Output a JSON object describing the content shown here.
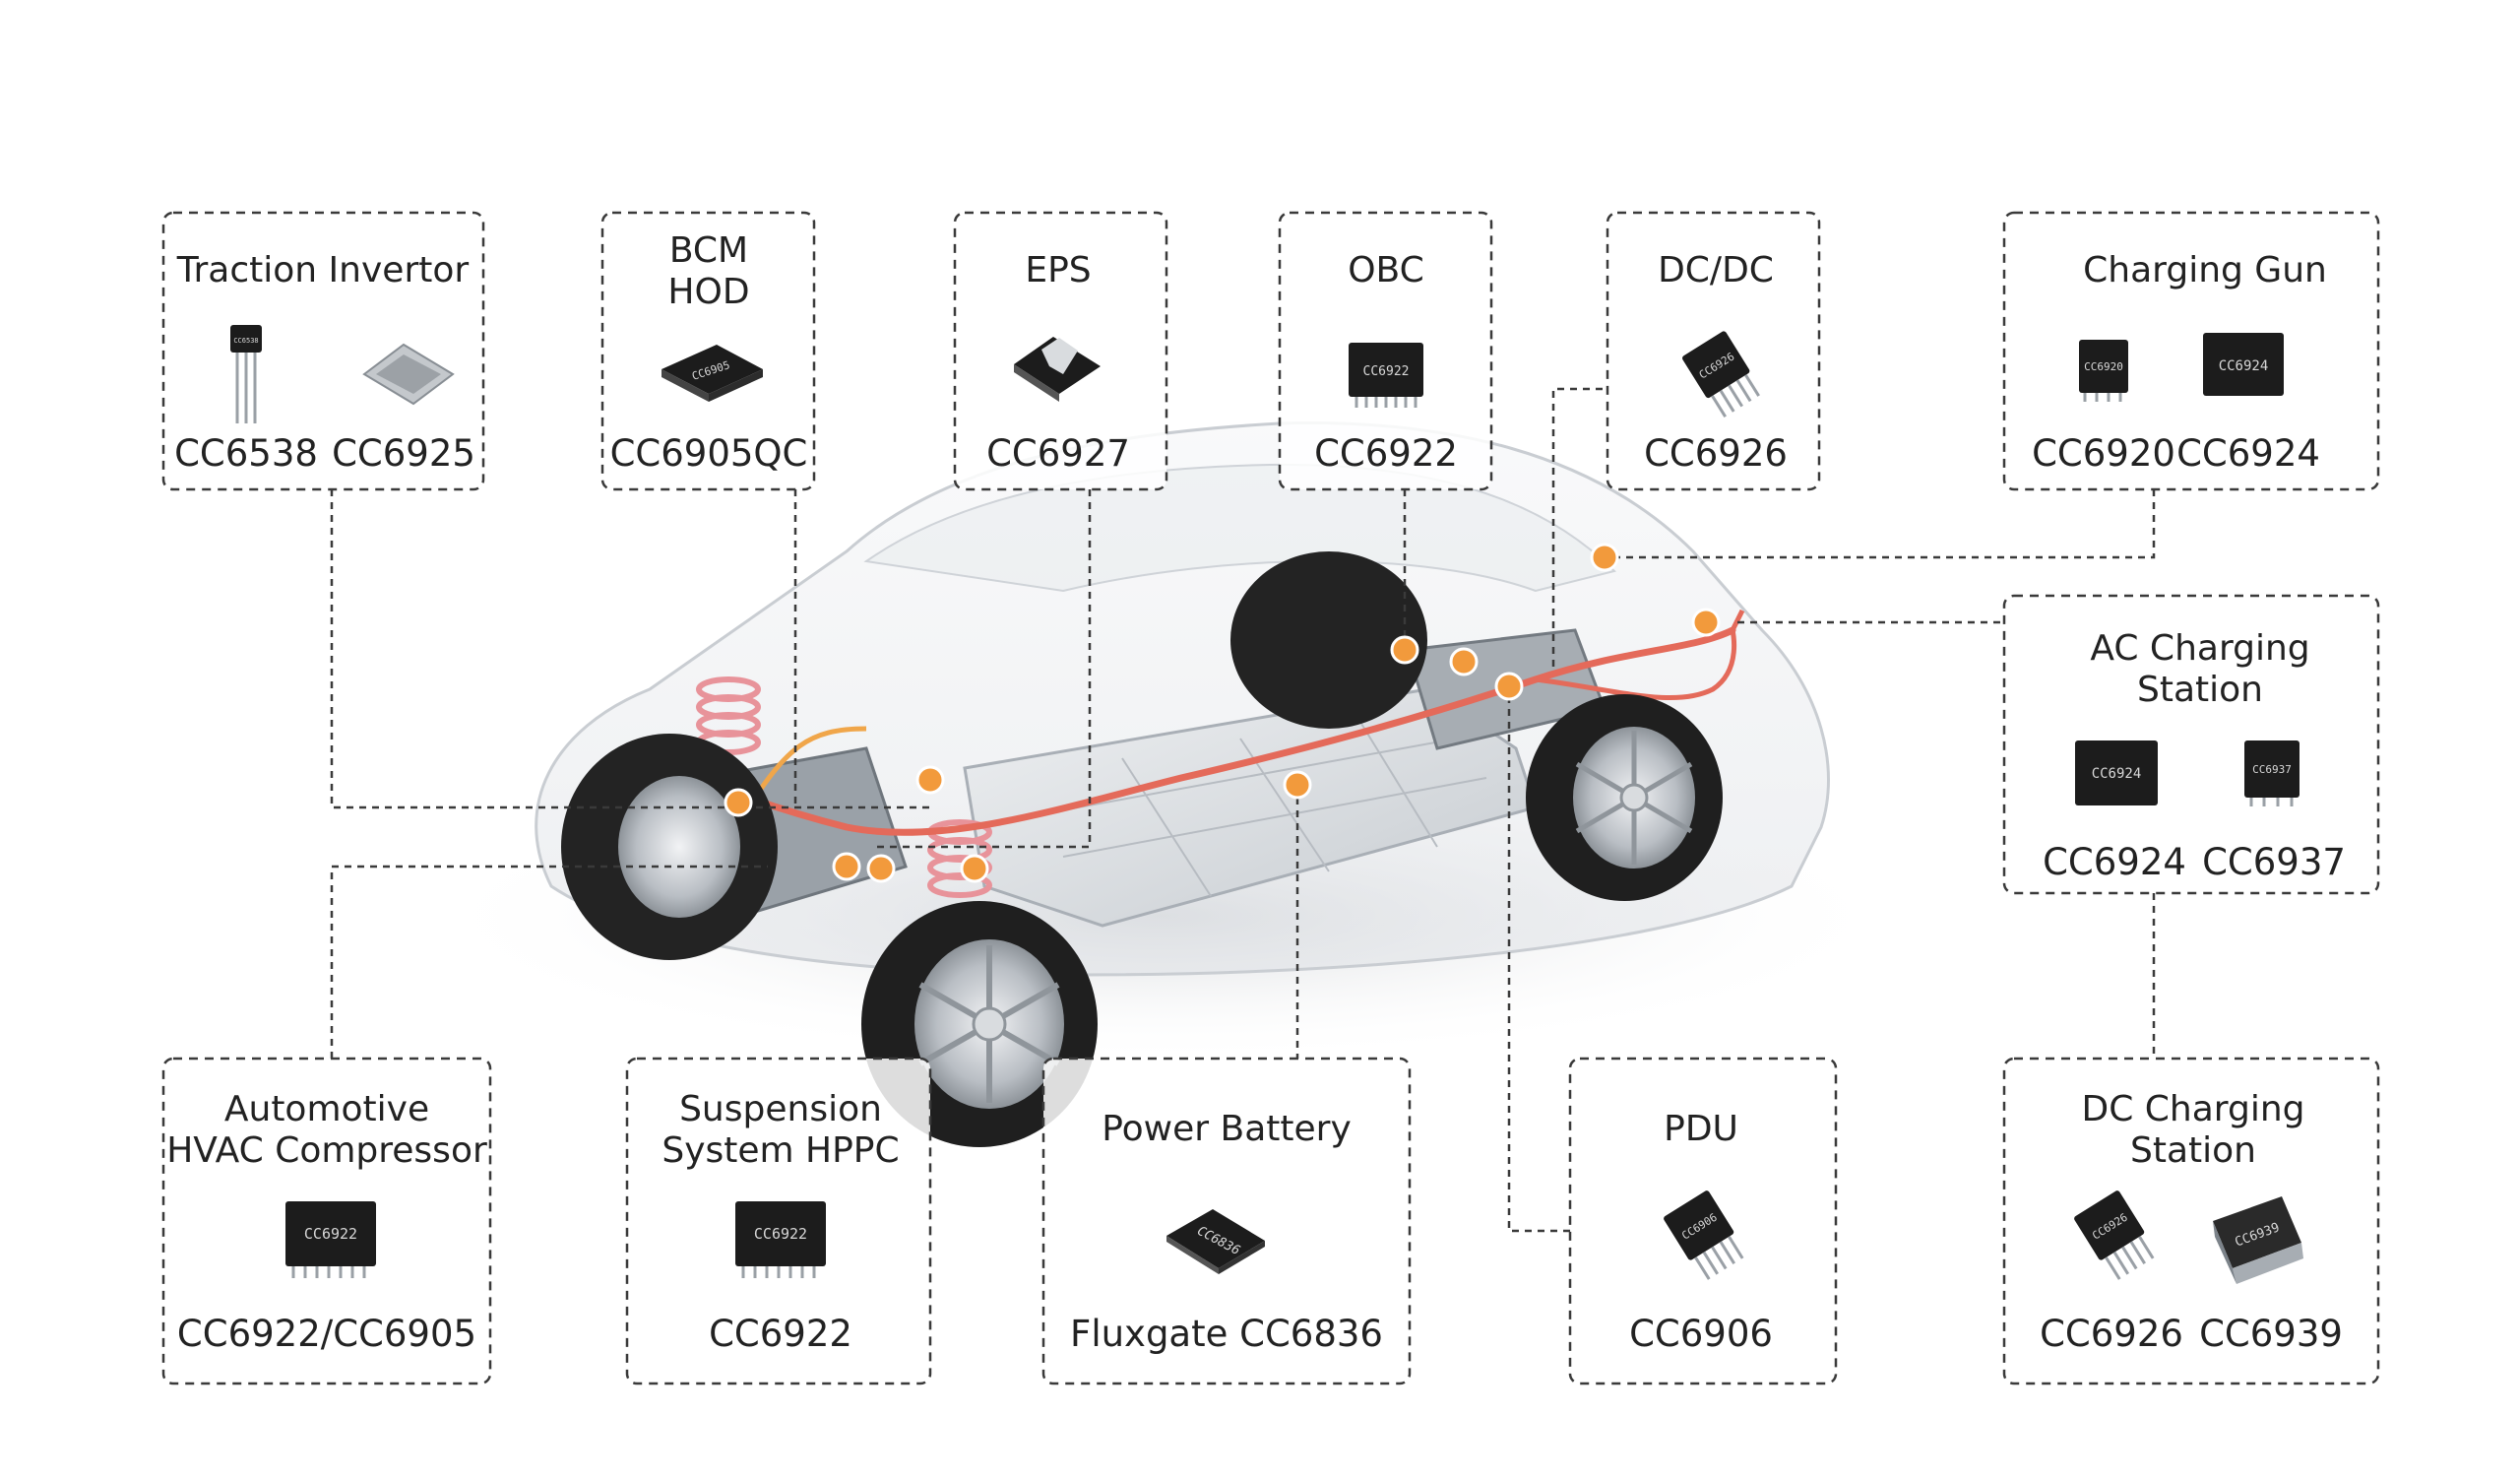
{
  "colors": {
    "accent_dot": "#f29a3c",
    "harness": "#e46a5a",
    "chip_body": "#1c1c1c",
    "frame_line": "#3a3a3a"
  },
  "boxes": {
    "traction_invertor": {
      "title": [
        "Traction Invertor"
      ],
      "parts": [
        "CC6538",
        "CC6925"
      ],
      "chip_marks": [
        "CC6538",
        ""
      ]
    },
    "bcm_hod": {
      "title": [
        "BCM",
        "HOD"
      ],
      "parts": [
        "CC6905QC"
      ],
      "chip_marks": [
        "CC6905"
      ]
    },
    "eps": {
      "title": [
        "EPS"
      ],
      "parts": [
        "CC6927"
      ],
      "chip_marks": [
        ""
      ]
    },
    "obc": {
      "title": [
        "OBC"
      ],
      "parts": [
        "CC6922"
      ],
      "chip_marks": [
        "CC6922"
      ]
    },
    "dcdc": {
      "title": [
        "DC/DC"
      ],
      "parts": [
        "CC6926"
      ],
      "chip_marks": [
        "CC6926"
      ]
    },
    "charging_gun": {
      "title": [
        "Charging Gun"
      ],
      "parts": [
        "CC6920",
        "CC6924"
      ],
      "chip_marks": [
        "CC6920",
        "CC6924"
      ]
    },
    "ac_charging_station": {
      "title": [
        "AC Charging",
        "Station"
      ],
      "parts": [
        "CC6924",
        "CC6937"
      ],
      "chip_marks": [
        "CC6924",
        "CC6937"
      ]
    },
    "hvac": {
      "title": [
        "Automotive",
        "HVAC Compressor"
      ],
      "parts": [
        "CC6922/CC6905"
      ],
      "chip_marks": [
        "CC6922"
      ]
    },
    "suspension": {
      "title": [
        "Suspension",
        "System HPPC"
      ],
      "parts": [
        "CC6922"
      ],
      "chip_marks": [
        "CC6922"
      ]
    },
    "power_battery": {
      "title": [
        "Power Battery"
      ],
      "parts": [
        "Fluxgate CC6836"
      ],
      "chip_marks": [
        "CC6836"
      ]
    },
    "pdu": {
      "title": [
        "PDU"
      ],
      "parts": [
        "CC6906"
      ],
      "chip_marks": [
        "CC6906"
      ]
    },
    "dc_charging_station": {
      "title": [
        "DC Charging",
        "Station"
      ],
      "parts": [
        "CC6926",
        "CC6939"
      ],
      "chip_marks": [
        "CC6926",
        "CC6939"
      ]
    }
  }
}
